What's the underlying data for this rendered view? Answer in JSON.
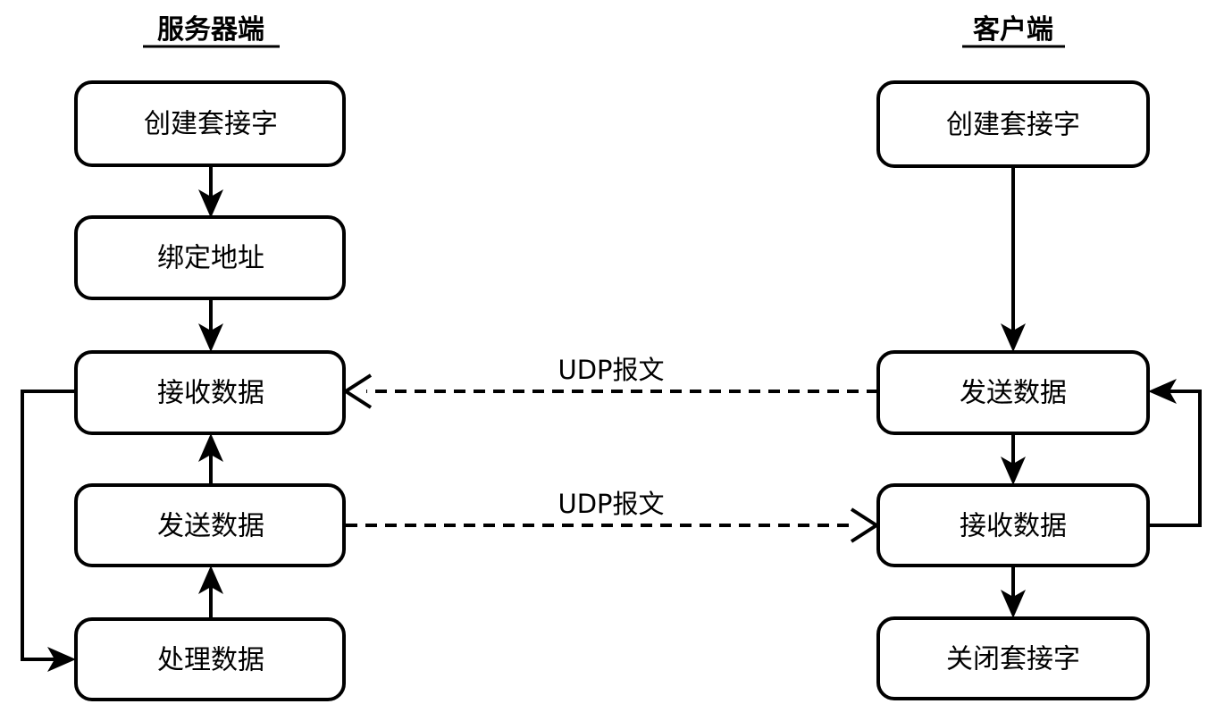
{
  "diagram": {
    "title_server": "服务器端",
    "title_client": "客户端",
    "colors": {
      "stroke": "#000000",
      "fill": "#ffffff",
      "background": "#ffffff"
    },
    "server_nodes": [
      {
        "id": "server-create-socket",
        "label": "创建套接字"
      },
      {
        "id": "server-bind-address",
        "label": "绑定地址"
      },
      {
        "id": "server-receive-data",
        "label": "接收数据"
      },
      {
        "id": "server-send-data",
        "label": "发送数据"
      },
      {
        "id": "server-process-data",
        "label": "处理数据"
      }
    ],
    "client_nodes": [
      {
        "id": "client-create-socket",
        "label": "创建套接字"
      },
      {
        "id": "client-send-data",
        "label": "发送数据"
      },
      {
        "id": "client-receive-data",
        "label": "接收数据"
      },
      {
        "id": "client-close-socket",
        "label": "关闭套接字"
      }
    ],
    "edge_labels": {
      "udp_top": "UDP报文",
      "udp_bottom": "UDP报文"
    }
  }
}
